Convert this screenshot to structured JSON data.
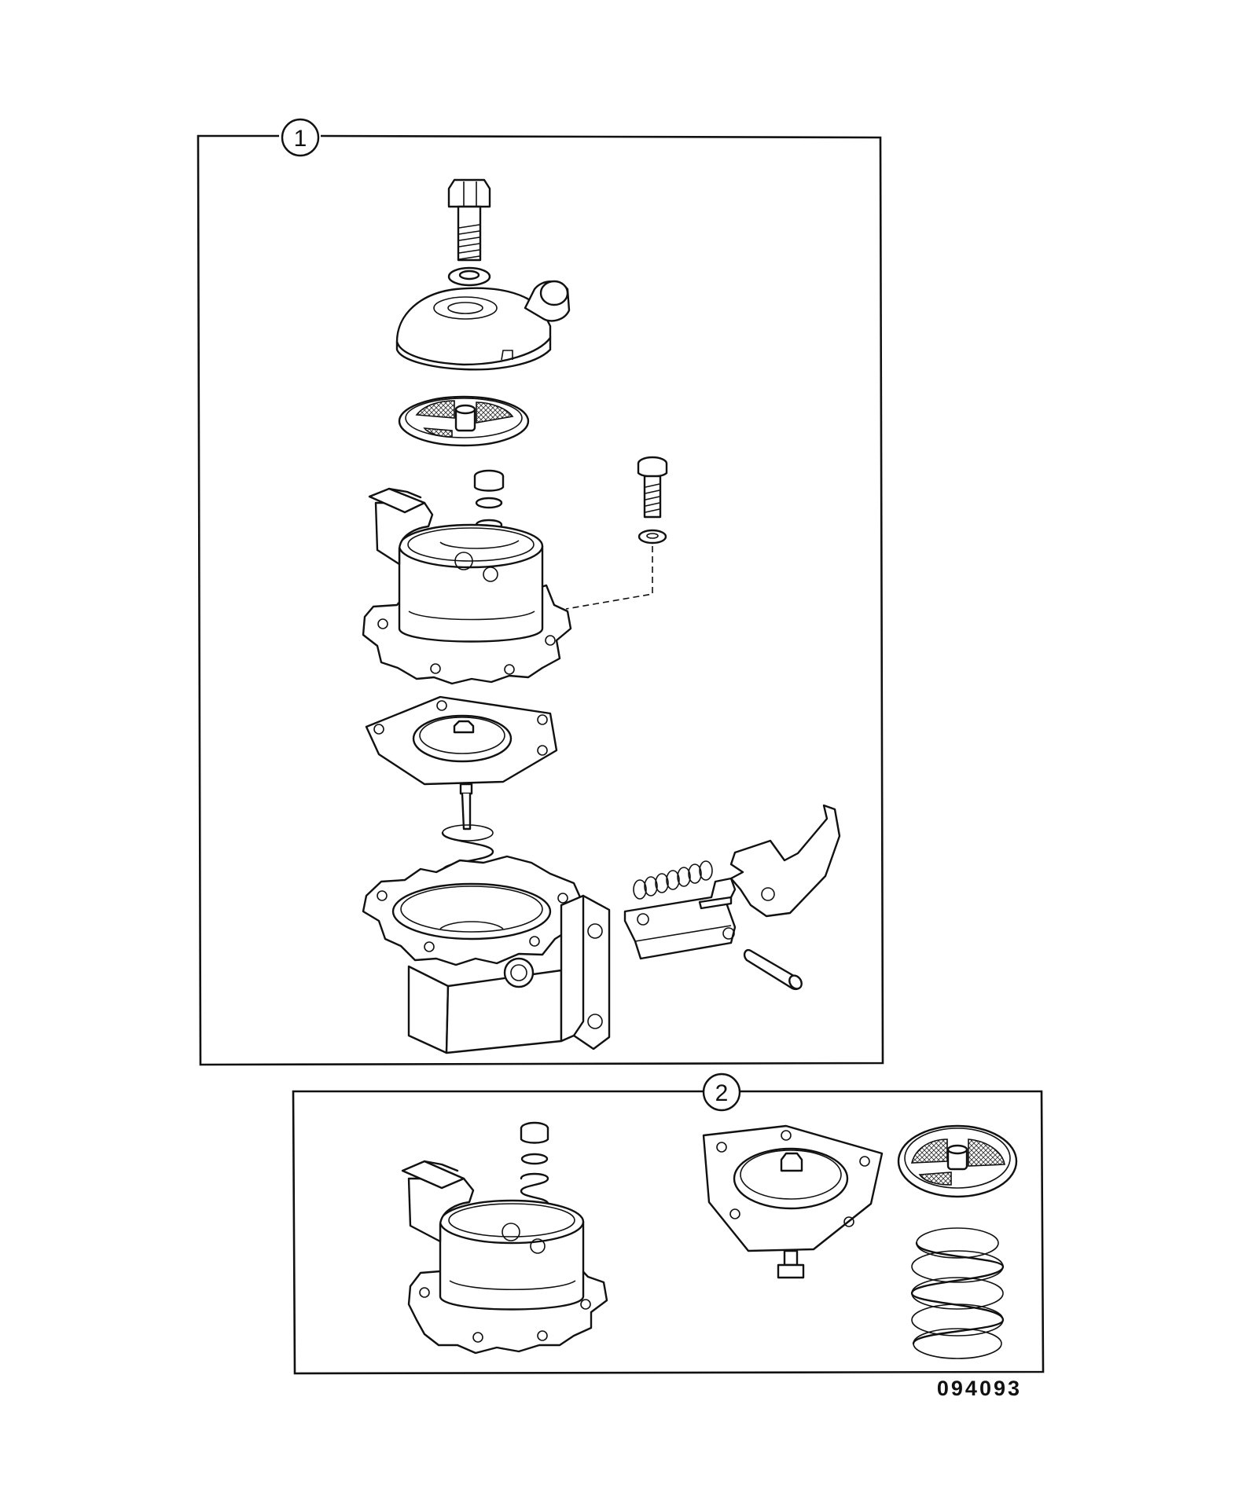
{
  "callouts": [
    {
      "id": "1",
      "label": "1"
    },
    {
      "id": "2",
      "label": "2"
    }
  ],
  "reference_number": "094093"
}
